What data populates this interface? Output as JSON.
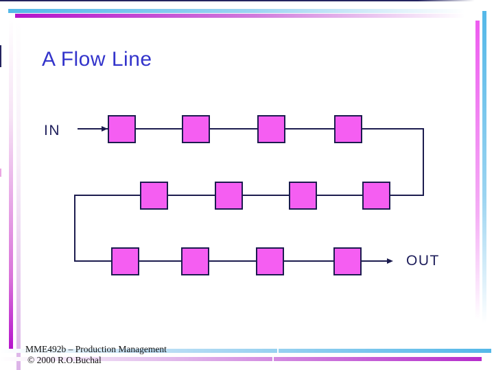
{
  "slide": {
    "title": "A Flow Line"
  },
  "diagram": {
    "type": "flow-line",
    "in_label": "IN",
    "out_label": "OUT",
    "total_stations": 12,
    "rows": [
      {
        "name": "row-1",
        "direction": "right",
        "stations": 4
      },
      {
        "name": "row-2",
        "direction": "left",
        "stations": 4
      },
      {
        "name": "row-3",
        "direction": "right",
        "stations": 4
      }
    ],
    "flow": "IN -> row-1 (left to right) -> down -> row-2 (right to left) -> down -> row-3 (left to right) -> OUT"
  },
  "footer": {
    "line1": "MME492b – Production Management",
    "line2": "© 2000 R.O.Buchal"
  },
  "colors": {
    "title_text": "#3334cb",
    "station_fill": "#f55ef2",
    "line_color": "#1b1b4e",
    "accent_cyan": "#54b8e8",
    "accent_magenta": "#b413ca"
  }
}
